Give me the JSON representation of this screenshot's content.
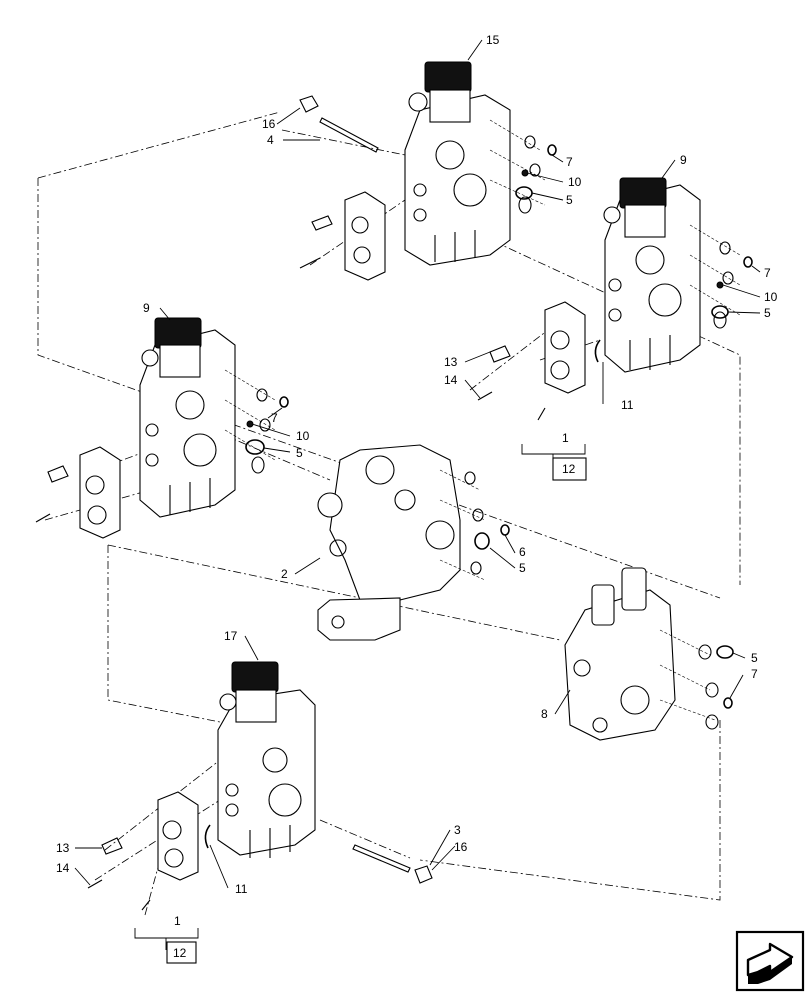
{
  "callouts": {
    "c15": "15",
    "c16a": "16",
    "c4": "4",
    "c7a": "7",
    "c10a": "10",
    "c5a": "5",
    "c9a": "9",
    "c7b": "7",
    "c10b": "10",
    "c5b": "5",
    "c13a": "13",
    "c14a": "14",
    "c11a": "11",
    "c1a": "1",
    "c12a": "12",
    "c9b": "9",
    "c7c": "7",
    "c10c": "10",
    "c5c": "5",
    "c2": "2",
    "c6": "6",
    "c5d": "5",
    "c17": "17",
    "c5e": "5",
    "c7d": "7",
    "c8": "8",
    "c13b": "13",
    "c14b": "14",
    "c11b": "11",
    "c3": "3",
    "c16b": "16",
    "c1b": "1",
    "c12b": "12"
  },
  "icons": {
    "nav": "next-page-arrow-icon"
  }
}
